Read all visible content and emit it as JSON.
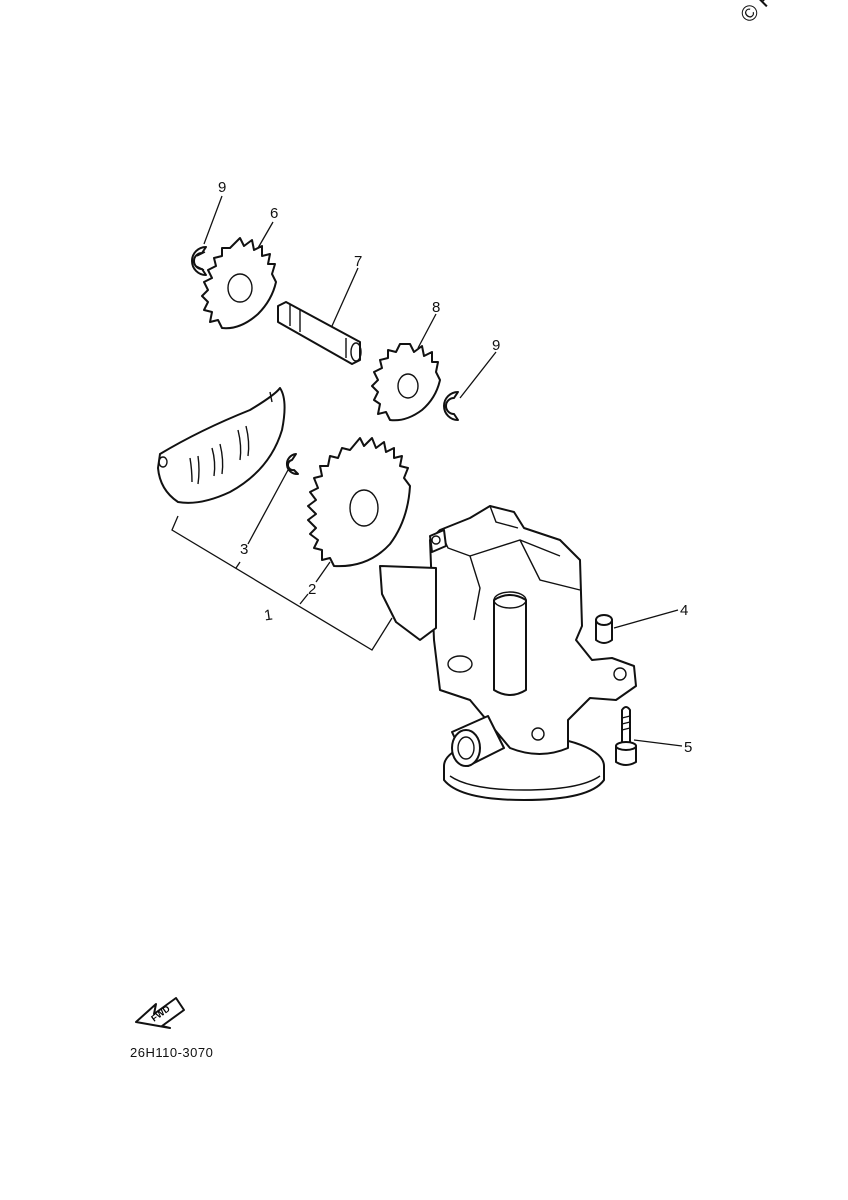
{
  "watermark": "© Partz",
  "reference_code": "26H110-3070",
  "fwd_label": "FWD",
  "callouts": {
    "c1": "1",
    "c2": "2",
    "c3": "3",
    "c4": "4",
    "c5": "5",
    "c6": "6",
    "c7": "7",
    "c8": "8",
    "c9a": "9",
    "c9b": "9"
  },
  "icons": [
    "fwd-arrow-icon"
  ]
}
